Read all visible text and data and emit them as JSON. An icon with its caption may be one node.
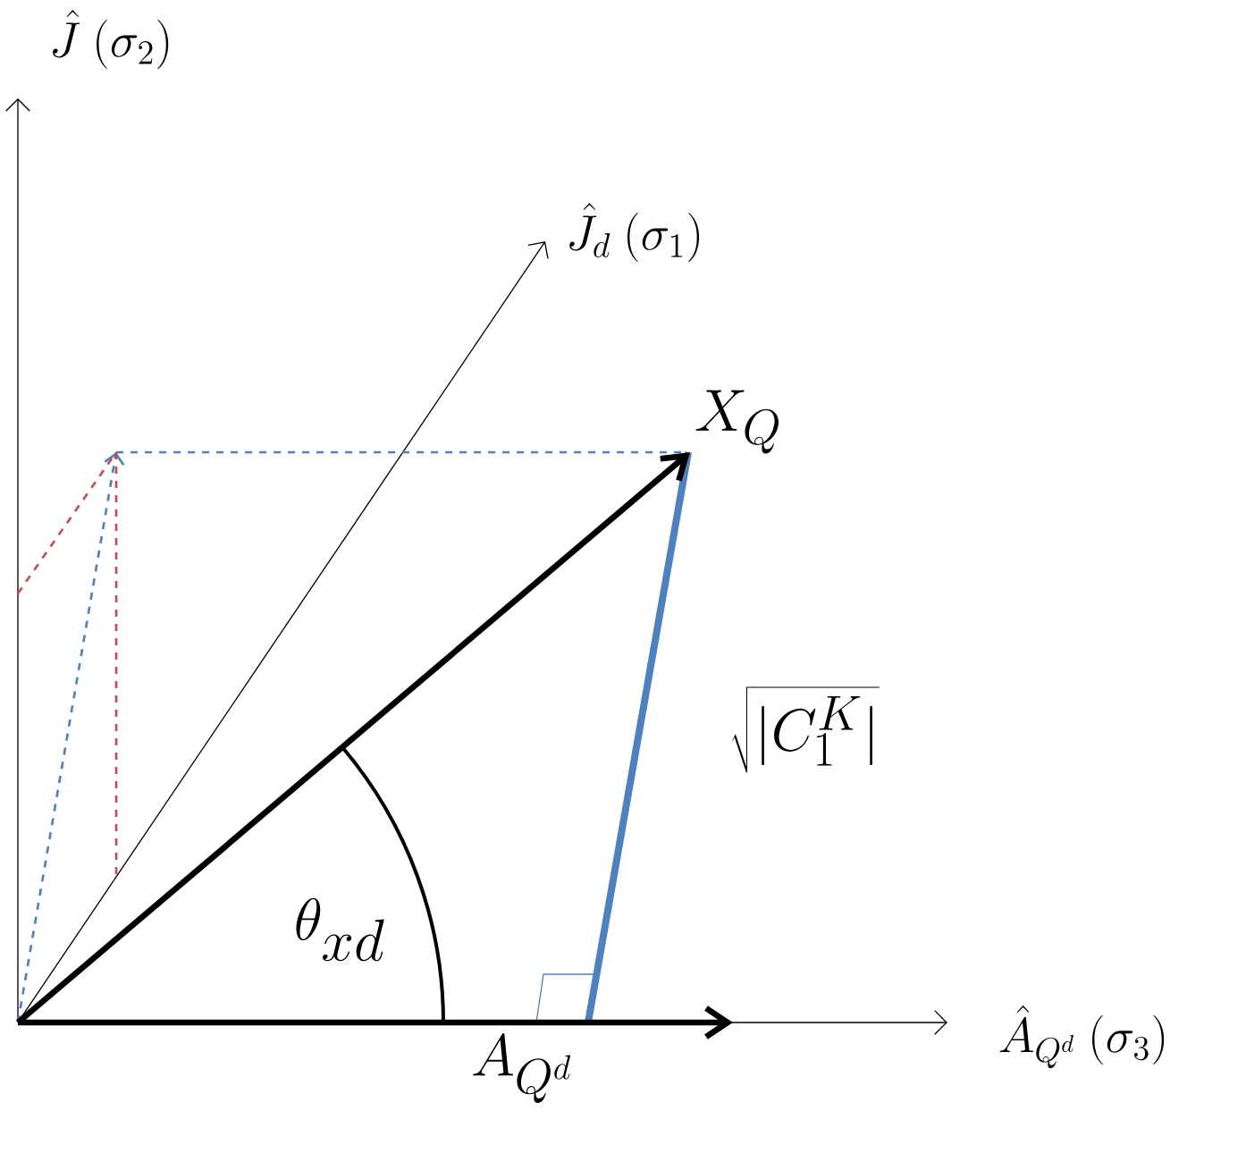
{
  "diagram": {
    "labels": [
      "\\hat{J}\\ (\\sigma_2)",
      "\\hat{J}_d\\ (\\sigma_1)",
      "X_Q",
      "\\sqrt{|C_1^K|}",
      "\\theta_{xd}",
      "A_{Q^d}",
      "\\hat{A}_{Q^d}\\ (\\sigma_3)"
    ]
  }
}
